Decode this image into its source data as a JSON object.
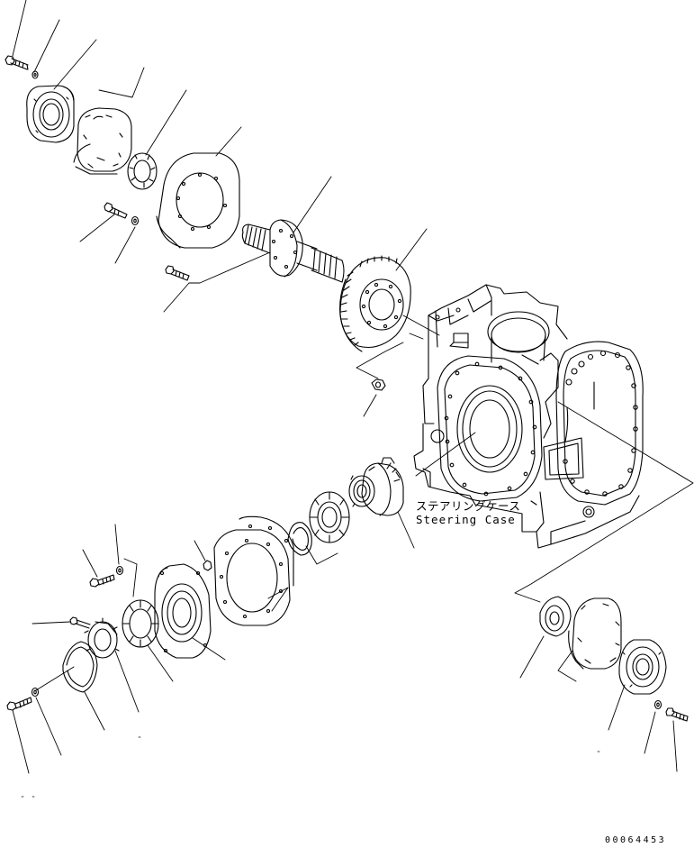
{
  "callout": {
    "name_jp": "ステアリングケース",
    "name_en": "Steering Case"
  },
  "drawing_id": "00064453",
  "stroke_color": "#000000",
  "background_color": "#ffffff"
}
